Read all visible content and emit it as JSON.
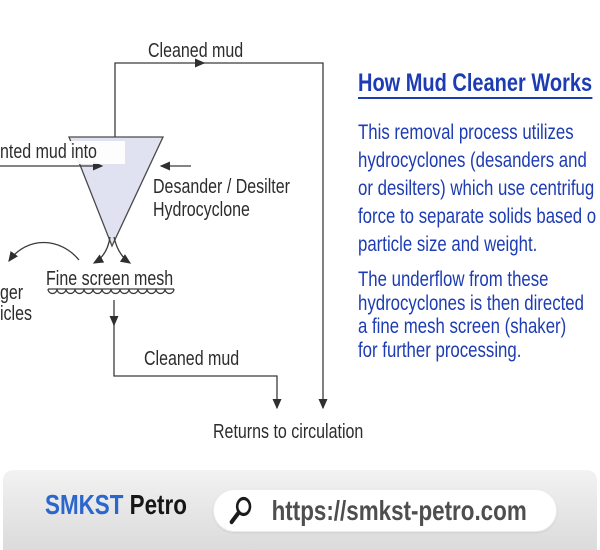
{
  "diagram": {
    "labels": {
      "cleaned_mud_top": "Cleaned mud",
      "inlet_fragment": "nted mud into",
      "desander_line1": "Desander / Desilter",
      "desander_line2": "Hydrocyclone",
      "fine_screen_mesh": "Fine screen mesh",
      "larger_fragment": "ger",
      "particles_fragment": "icles",
      "cleaned_mud_bottom": "Cleaned mud",
      "returns_to_circulation": "Returns to circulation"
    },
    "colors": {
      "funnel_fill": "#e0e2f1",
      "funnel_stroke": "#4a4a4a",
      "line": "#3b3b3b",
      "label_text": "#2c2c2c"
    }
  },
  "article": {
    "title": "How Mud Cleaner Works",
    "text_color": "#1d3cb3",
    "paragraph1_lines": [
      "This removal process utilizes",
      "hydrocyclones (desanders and",
      "or desilters) which use centrifug",
      "force to separate solids based o",
      "particle size and weight."
    ],
    "paragraph2_lines": [
      "The underflow from these",
      "hydrocyclones is then directed",
      "a fine mesh screen (shaker)",
      "for further processing."
    ]
  },
  "footer": {
    "brand_primary": "SMKST",
    "brand_primary_color": "#2a66cc",
    "brand_secondary": "Petro",
    "search_icon": "magnifying-glass",
    "url": "https://smkst-petro.com"
  }
}
